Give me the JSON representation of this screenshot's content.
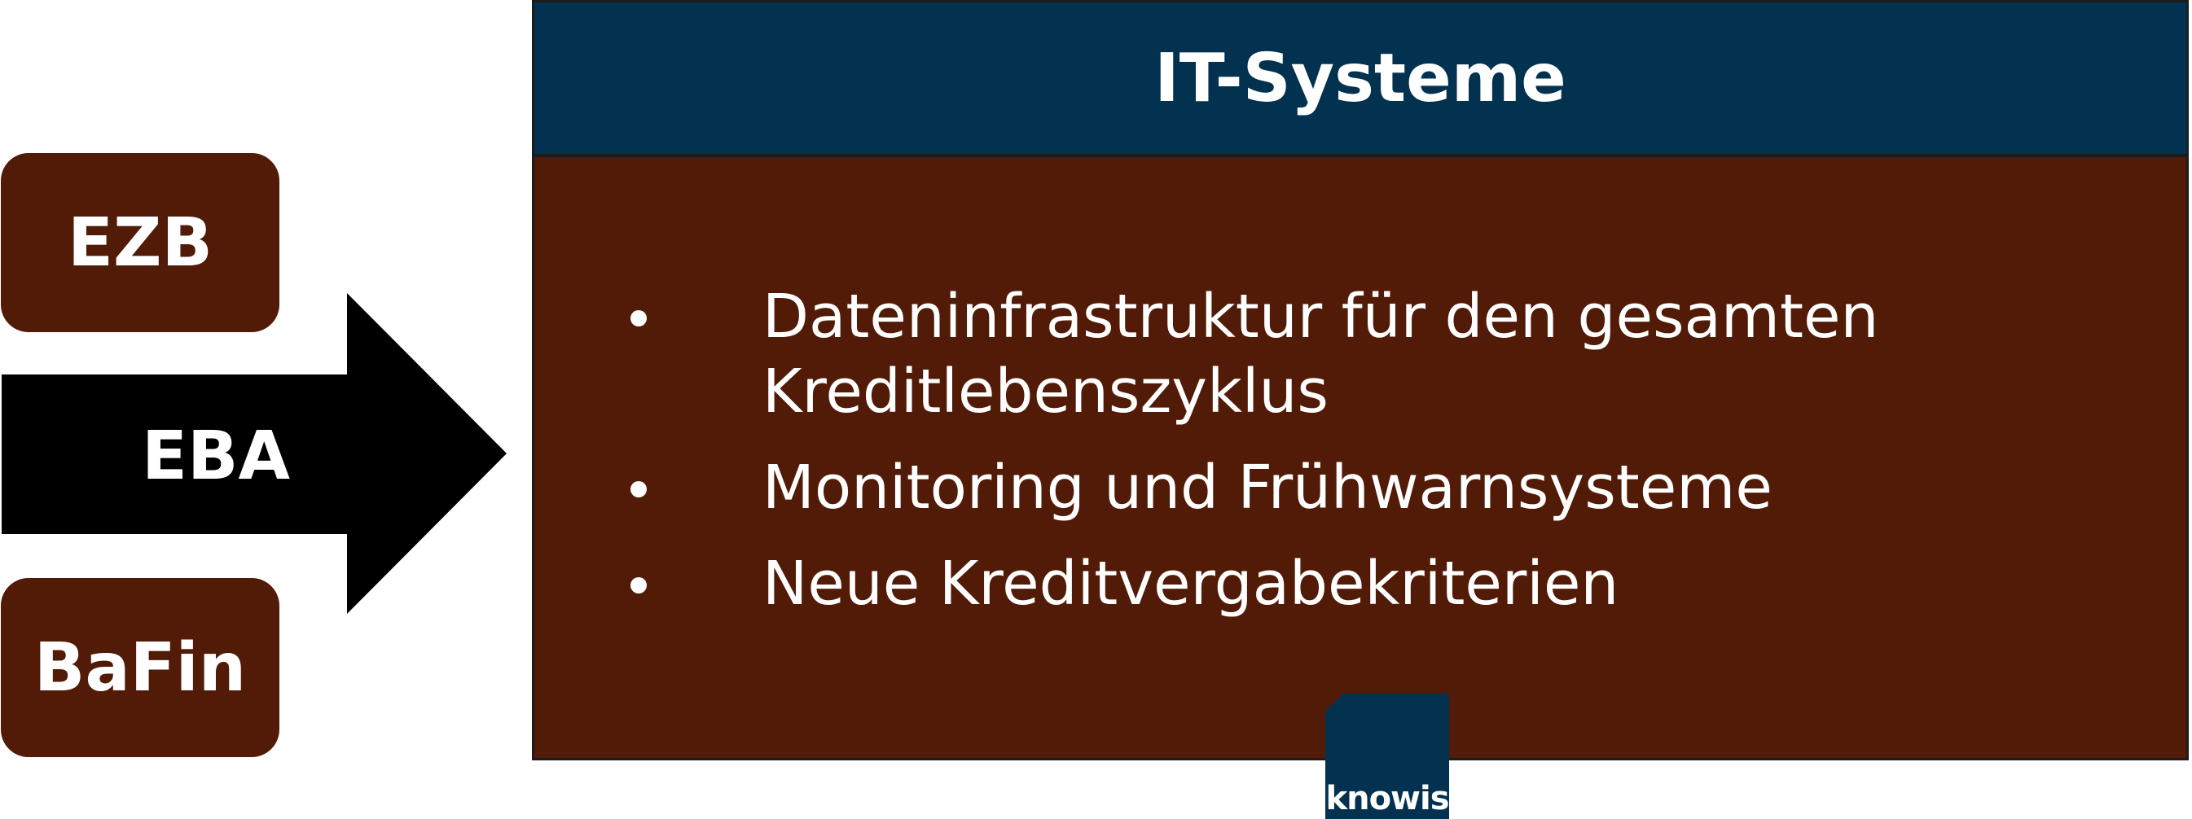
{
  "regulators": {
    "top": "EZB",
    "middle": "EBA",
    "bottom": "BaFin"
  },
  "panel": {
    "title": "IT-Systeme",
    "bullets": [
      "Dateninfrastruktur für den gesamten Kreditlebenszyklus",
      "Monitoring und Frühwarnsysteme",
      "Neue Kreditvergabekriterien"
    ]
  },
  "logo": {
    "text": "knowis"
  },
  "colors": {
    "regulator_box": "#511b07",
    "arrow": "#000000",
    "panel_header": "#02324f",
    "panel_body": "#511b07",
    "text": "#ffffff"
  }
}
